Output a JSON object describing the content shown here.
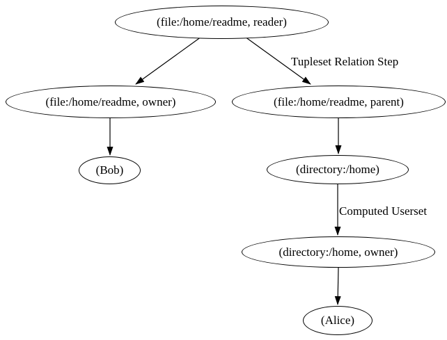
{
  "diagram": {
    "type": "directed-graph",
    "background_color": "#ffffff",
    "stroke_color": "#000000",
    "text_color": "#000000",
    "nodes": [
      {
        "id": "file-home-readme-reader",
        "shape": "ellipse",
        "label": "(file:/home/readme, reader)"
      },
      {
        "id": "file-home-readme-owner",
        "shape": "ellipse",
        "label": "(file:/home/readme, owner)"
      },
      {
        "id": "file-home-readme-parent",
        "shape": "ellipse",
        "label": "(file:/home/readme, parent)"
      },
      {
        "id": "bob",
        "shape": "ellipse",
        "label": "(Bob)"
      },
      {
        "id": "directory-home",
        "shape": "ellipse",
        "label": "(directory:/home)"
      },
      {
        "id": "directory-home-owner",
        "shape": "ellipse",
        "label": "(directory:/home, owner)"
      },
      {
        "id": "alice",
        "shape": "ellipse",
        "label": "(Alice)"
      }
    ],
    "edges": [
      {
        "from": "file-home-readme-reader",
        "to": "file-home-readme-owner",
        "label": ""
      },
      {
        "from": "file-home-readme-reader",
        "to": "file-home-readme-parent",
        "label": "Tupleset Relation Step"
      },
      {
        "from": "file-home-readme-owner",
        "to": "bob",
        "label": ""
      },
      {
        "from": "file-home-readme-parent",
        "to": "directory-home",
        "label": ""
      },
      {
        "from": "directory-home",
        "to": "directory-home-owner",
        "label": "Computed Userset"
      },
      {
        "from": "directory-home-owner",
        "to": "alice",
        "label": ""
      }
    ]
  }
}
